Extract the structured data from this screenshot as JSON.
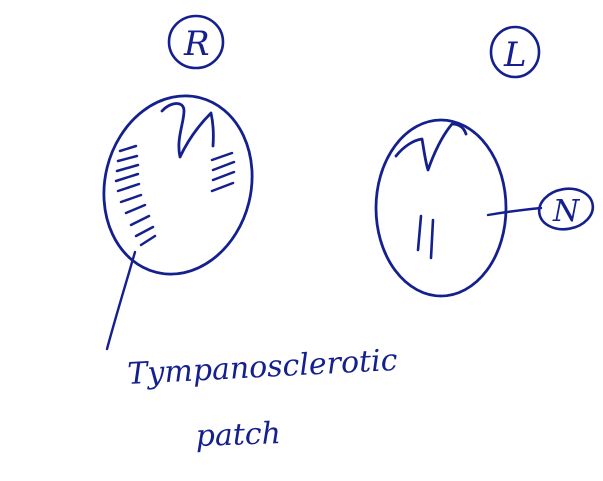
{
  "diagram": {
    "ink_color": "#15208f",
    "background": "#ffffff",
    "right_ear": {
      "side_label": "R",
      "structure": "tympanic membrane with scarring",
      "annotation": {
        "line1": "Tympanosclerotic",
        "line2": "patch"
      }
    },
    "left_ear": {
      "side_label": "L",
      "structure": "tympanic membrane",
      "annotation": "N"
    }
  }
}
